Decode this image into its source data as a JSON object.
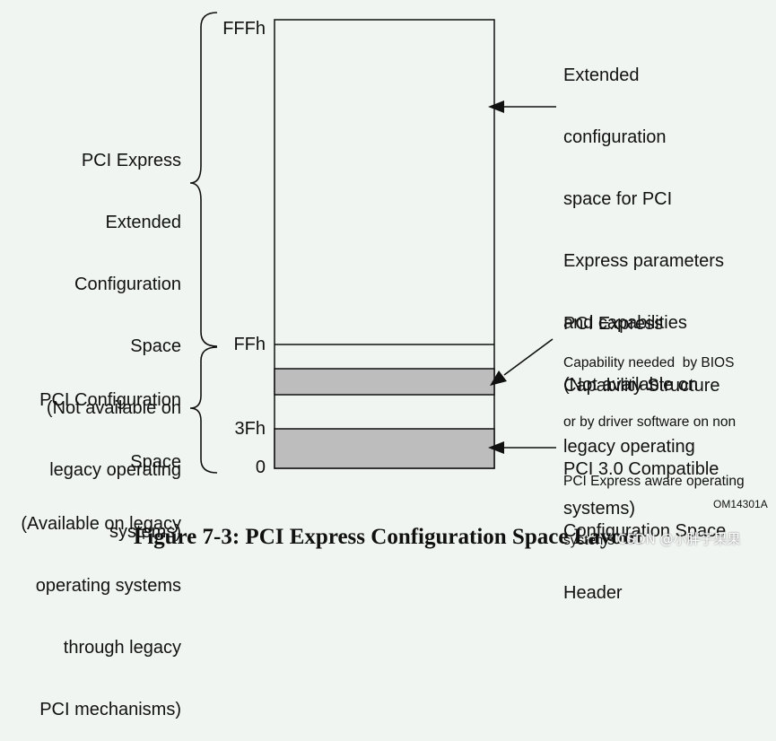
{
  "left_labels": {
    "extended": [
      "PCI Express",
      "Extended",
      "Configuration",
      "Space",
      "(Not available on",
      "legacy operating",
      "systems)"
    ],
    "legacy": [
      "PCI Configuration",
      "Space",
      "(Available on legacy",
      "operating systems",
      "through legacy",
      "PCI mechanisms)"
    ]
  },
  "addresses": {
    "top": "FFFh",
    "ff": "FFh",
    "3f": "3Fh",
    "zero": "0"
  },
  "right_labels": {
    "extended": [
      "Extended",
      "configuration",
      "space for PCI",
      "Express parameters",
      "and capabilities",
      "(Not available on",
      "legacy operating",
      "systems)"
    ],
    "capability_title": [
      "PCI Express",
      "Capability Structure"
    ],
    "capability_detail": [
      "Capability needed  by BIOS",
      "or by driver software on non",
      "PCI Express aware operating",
      "systems"
    ],
    "header": [
      "PCI 3.0 Compatible",
      "Configuration Space",
      "Header"
    ]
  },
  "figure_code": "OM14301A",
  "caption": "Figure 7-3:  PCI Express Configuration Space Layout",
  "watermark": "CSDN @小胖子果果",
  "colors": {
    "shaded": "#bdbdbd",
    "background": "#f0f5f2"
  }
}
